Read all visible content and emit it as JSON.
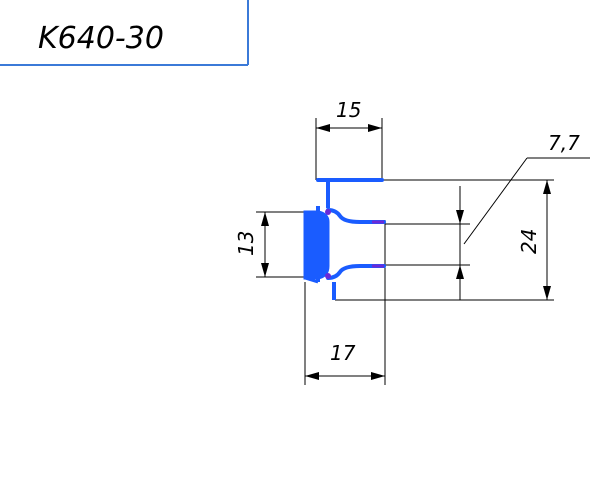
{
  "title": "K640-30",
  "dimensions": {
    "top_width": "15",
    "bottom_width": "17",
    "left_height": "13",
    "right_height": "24",
    "leader": "7,7"
  },
  "colors": {
    "profile": "#1a5cff",
    "profile_dark": "#6a2ad8",
    "frame": "#3b7ad8",
    "line": "#000000"
  }
}
